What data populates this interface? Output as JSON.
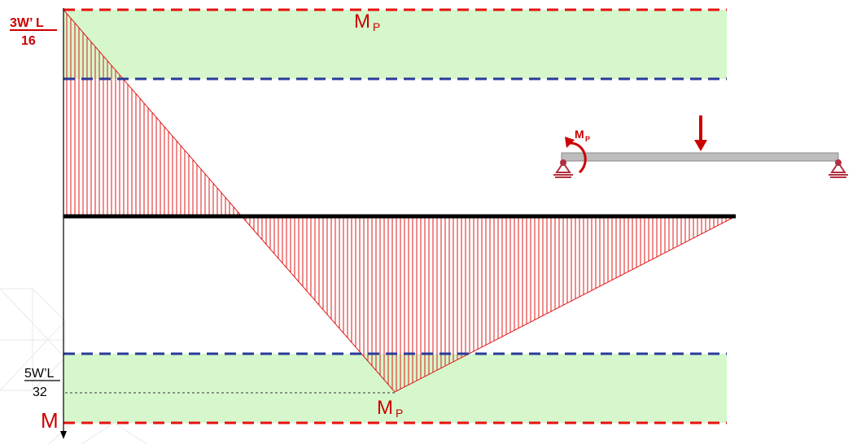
{
  "labels": {
    "top_value_num": "3W’ L",
    "top_value_den": "16",
    "top_mp_main": "M",
    "top_mp_sub": "P",
    "bottom_value_num": "5W’L",
    "bottom_value_den": "32",
    "axis_m": "M",
    "bottom_mp_main": "M",
    "bottom_mp_sub": "P",
    "beam_mp_main": "M",
    "beam_mp_sub": "P"
  },
  "colors": {
    "plastic_band": "#d6f7cc",
    "plastic_line": "#e81010",
    "elastic_line": "#2a3a9a",
    "hatch": "#e01a1a",
    "label_red": "#cc0000",
    "beam": "#bdbdbd",
    "support": "#b03040",
    "load_arrow": "#cc0000"
  }
}
